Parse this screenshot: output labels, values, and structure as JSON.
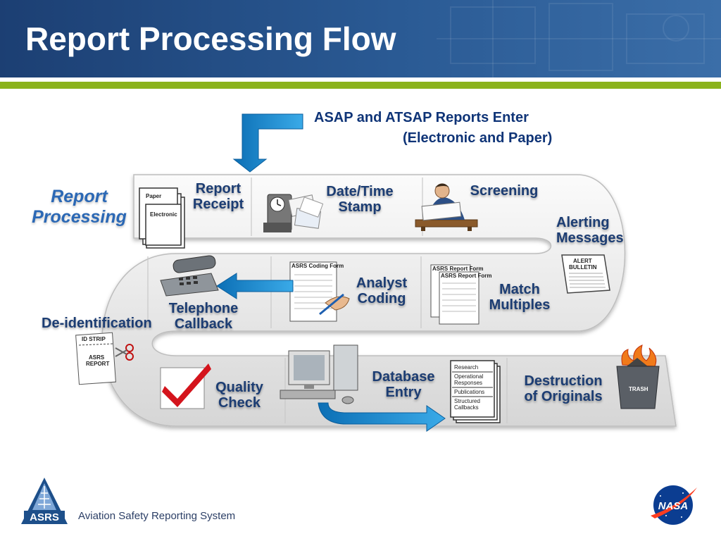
{
  "title": "Report Processing Flow",
  "entry_note": {
    "line1": "ASAP and ATSAP Reports Enter",
    "line2": "(Electronic and Paper)"
  },
  "section_label": {
    "line1": "Report",
    "line2": "Processing"
  },
  "steps": {
    "report_receipt": {
      "line1": "Report",
      "line2": "Receipt"
    },
    "date_time_stamp": {
      "line1": "Date/Time",
      "line2": "Stamp"
    },
    "screening": {
      "line1": "Screening"
    },
    "alerting_messages": {
      "line1": "Alerting",
      "line2": "Messages"
    },
    "match_multiples": {
      "line1": "Match",
      "line2": "Multiples"
    },
    "analyst_coding": {
      "line1": "Analyst",
      "line2": "Coding"
    },
    "telephone_callback": {
      "line1": "Telephone",
      "line2": "Callback"
    },
    "de_identification": {
      "line1": "De-identification"
    },
    "quality_check": {
      "line1": "Quality",
      "line2": "Check"
    },
    "database_entry": {
      "line1": "Database",
      "line2": "Entry"
    },
    "destruction": {
      "line1": "Destruction",
      "line2": "of Originals"
    }
  },
  "icon_text": {
    "paper": "Paper",
    "electronic": "Electronic",
    "asrs_coding_form": "ASRS Coding Form",
    "asrs_report_form": "ASRS Report Form",
    "alert": "ALERT",
    "bulletin": "BULLETIN",
    "id_strip": "ID STRIP",
    "asrs": "ASRS",
    "report": "REPORT",
    "trash": "TRASH",
    "outputs": [
      "Research",
      "Operational",
      "Responses",
      "Publications",
      "Structured",
      "Callbacks"
    ]
  },
  "footer": {
    "org_name": "Aviation Safety Reporting System",
    "asrs_logo_text": "ASRS",
    "nasa_logo_text": "NASA"
  },
  "colors": {
    "header_blue": "#1c3f73",
    "accent_green": "#8bb31d",
    "arrow_blue": "#1e8fd0",
    "label_navy": "#1c3d73",
    "section_label_blue": "#2b68b5"
  }
}
